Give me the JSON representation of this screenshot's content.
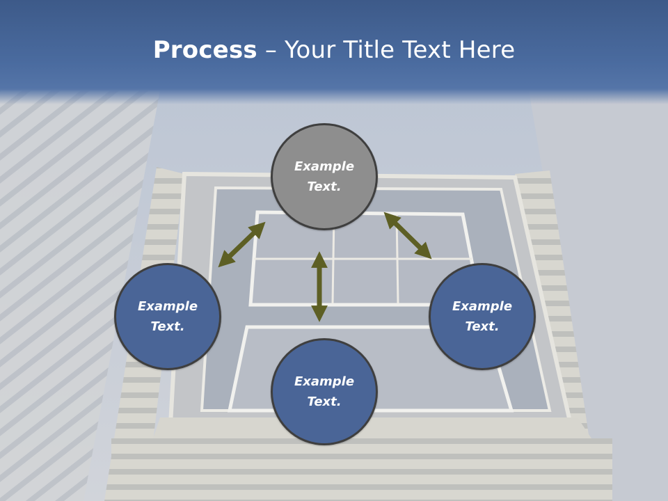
{
  "slide": {
    "title_bold": "Process",
    "title_rest": " – Your Title Text Here"
  },
  "nodes": {
    "top": "Example\nText.",
    "left": "Example\nText.",
    "right": "Example\nText.",
    "bottom": "Example\nText."
  },
  "colors": {
    "title_bar": "#4a6b9f",
    "node_gray": "#8e8e8e",
    "node_blue": "#4a6597",
    "arrow": "#5d5f24"
  }
}
